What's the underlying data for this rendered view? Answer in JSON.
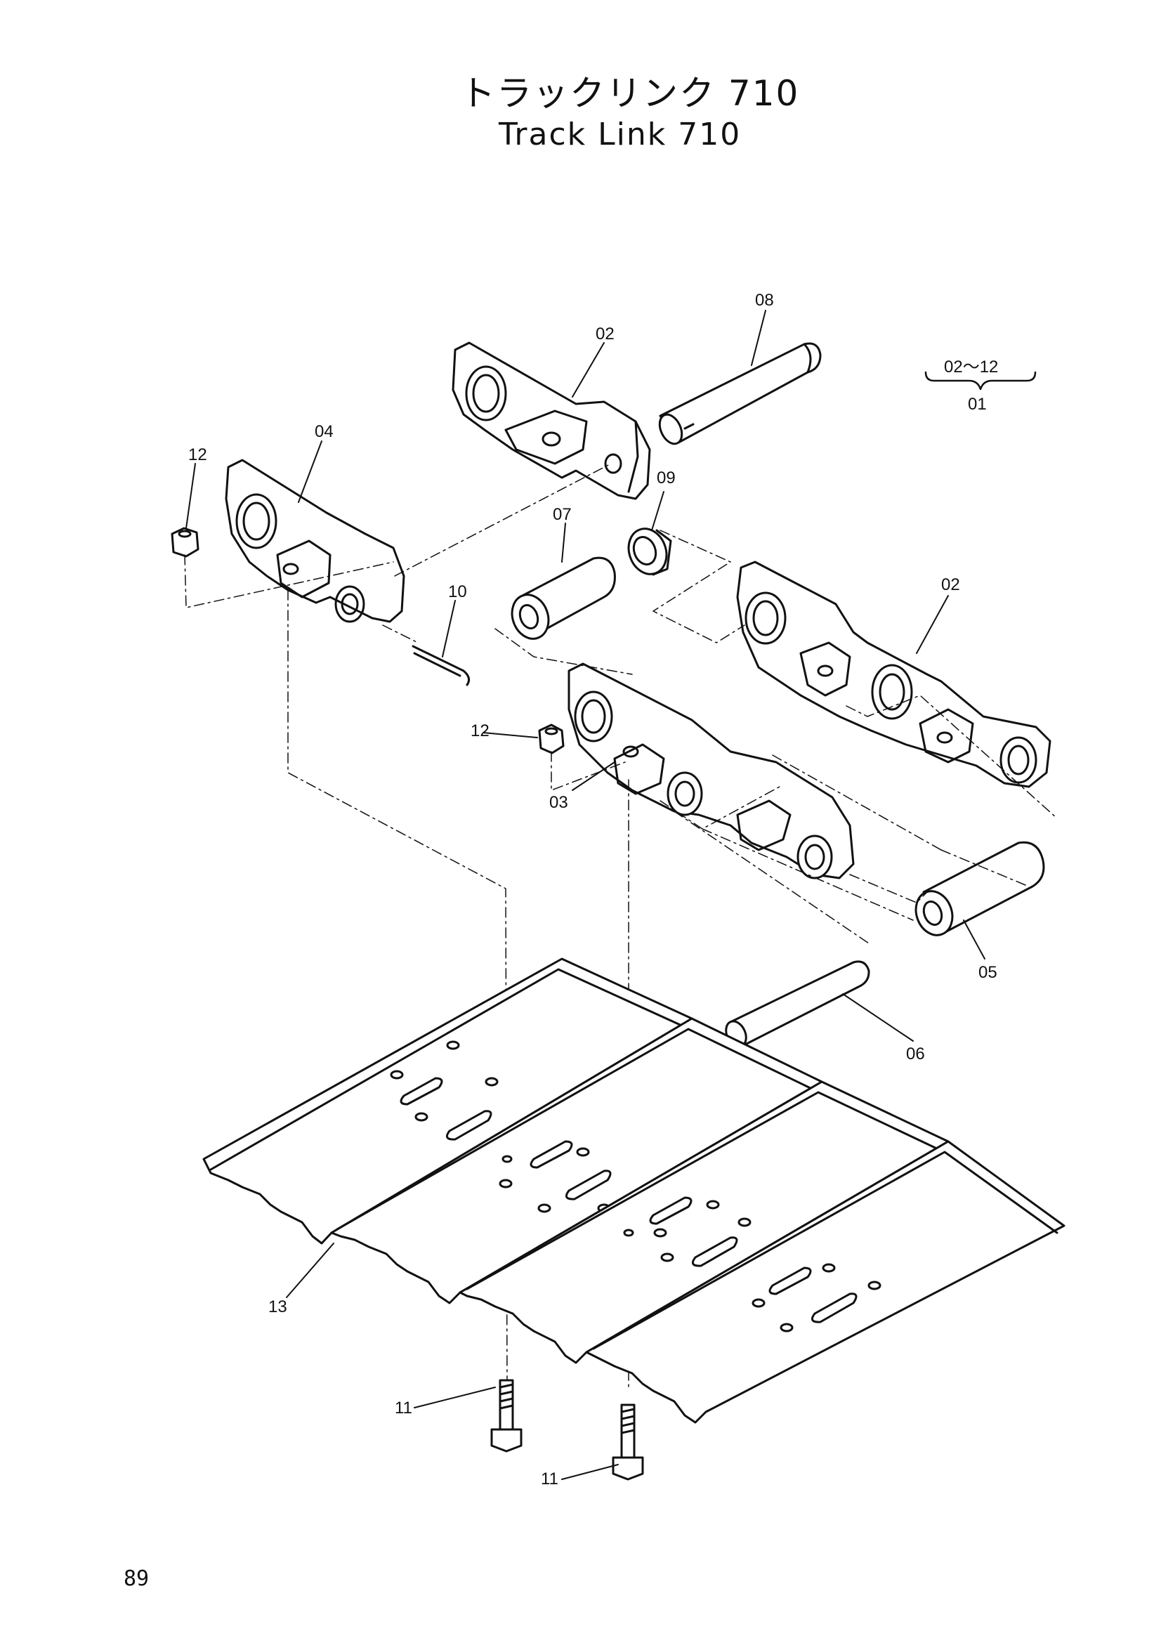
{
  "title": {
    "japanese": "トラックリンク 710",
    "english": "Track Link 710"
  },
  "assembly_note": {
    "range": "02～12",
    "assembly": "01"
  },
  "callouts": {
    "c08": "08",
    "c02a": "02",
    "c04": "04",
    "c12a": "12",
    "c09": "09",
    "c07": "07",
    "c10": "10",
    "c02b": "02",
    "c12b": "12",
    "c03": "03",
    "c05": "05",
    "c06": "06",
    "c13": "13",
    "c11a": "11",
    "c11b": "11"
  },
  "page_number": "89"
}
